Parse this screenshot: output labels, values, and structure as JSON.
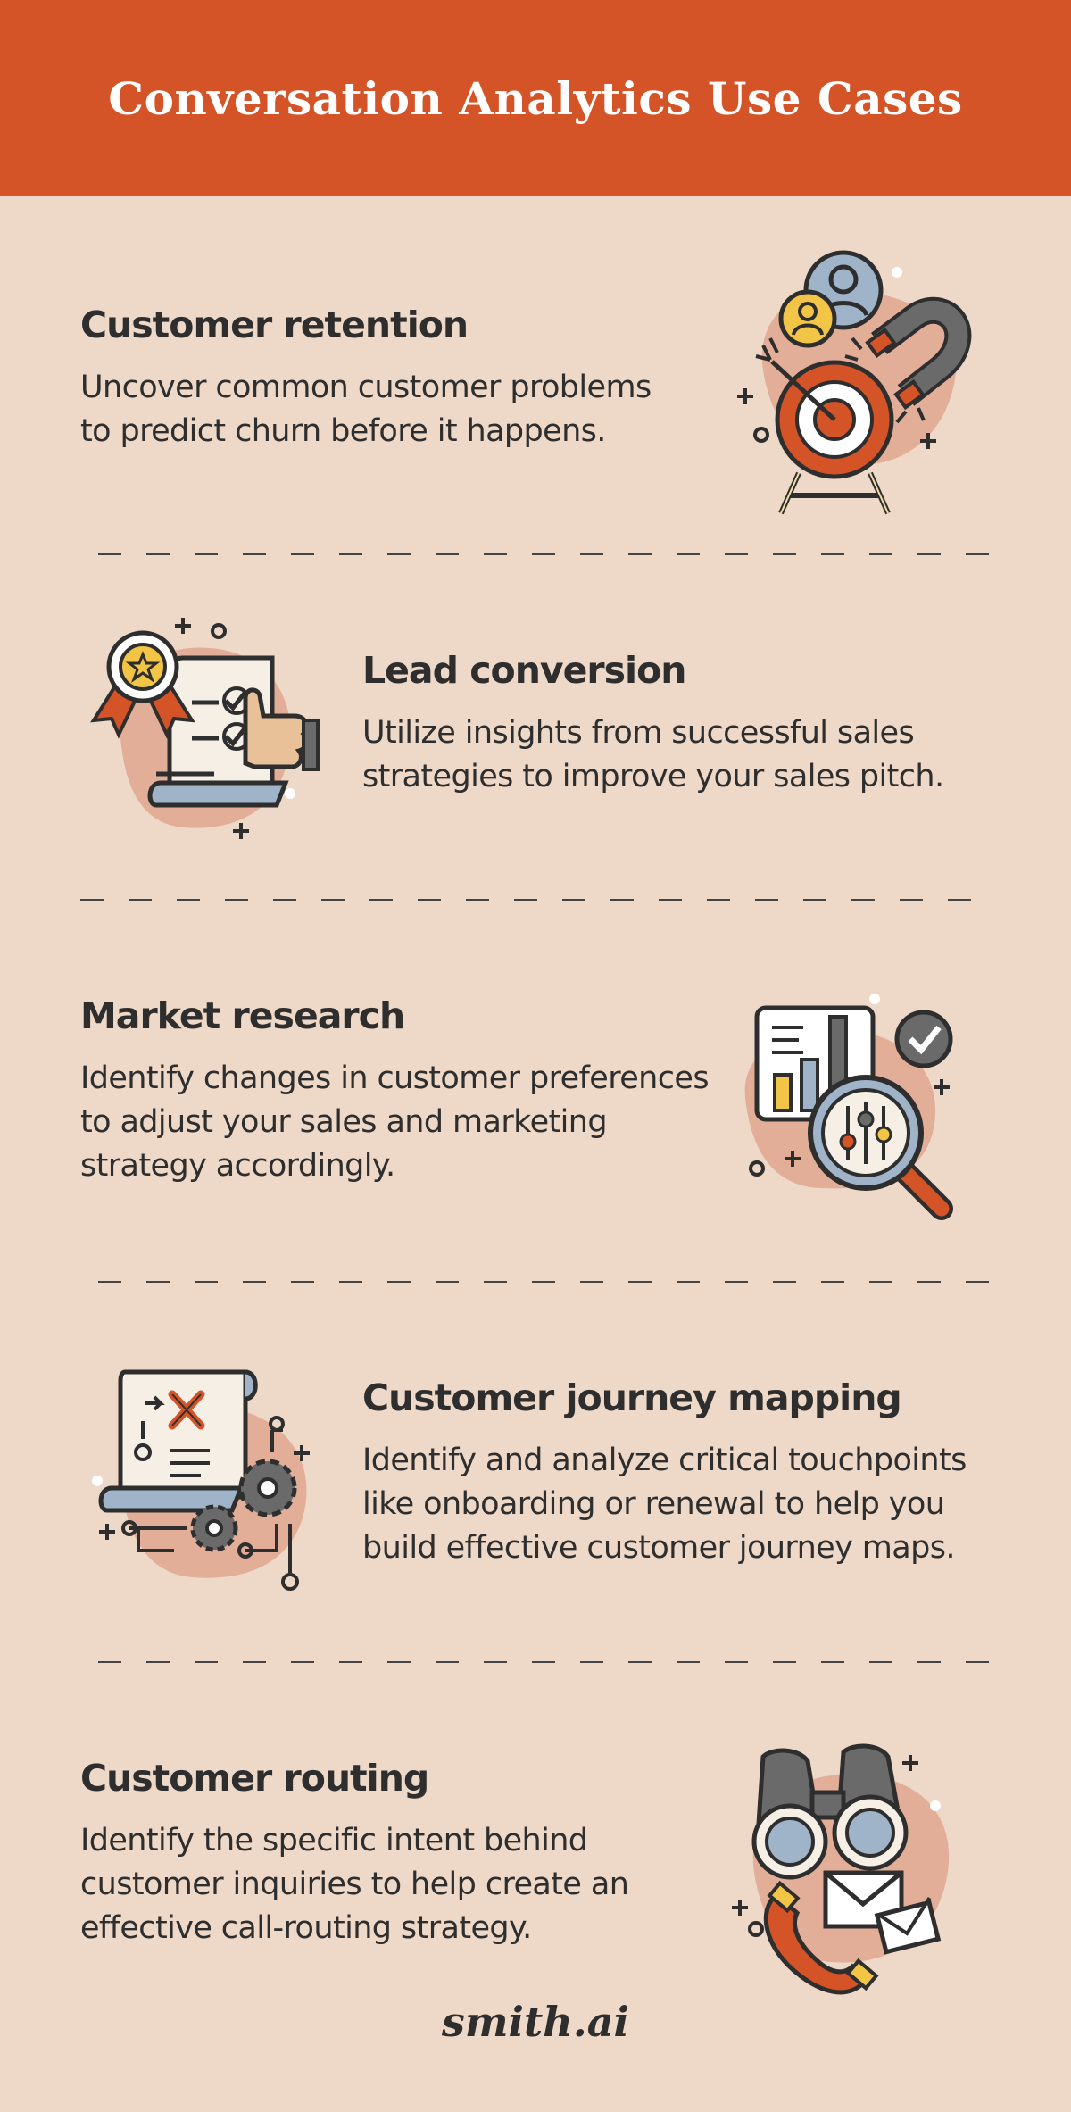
{
  "header": {
    "title": "Conversation Analytics Use Cases"
  },
  "sections": [
    {
      "title": "Customer retention",
      "body": "Uncover common customer problems\nto predict churn before it happens."
    },
    {
      "title": "Lead conversion",
      "body": "Utilize insights from successful sales\nstrategies to improve your sales pitch."
    },
    {
      "title": "Market research",
      "body": "Identify changes in customer preferences\nto adjust your sales and marketing\nstrategy accordingly."
    },
    {
      "title": "Customer journey mapping",
      "body": "Identify and analyze critical touchpoints\nlike onboarding or renewal to help you\nbuild effective customer journey maps."
    },
    {
      "title": "Customer routing",
      "body": "Identify the specific intent behind\ncustomer inquiries to help create an\neffective call-routing strategy."
    }
  ],
  "footer": {
    "logo": "smith.ai"
  },
  "colors": {
    "accent": "#D45327",
    "background": "#EED8C8",
    "blob": "#E2AE98",
    "text": "#2E2E2E",
    "gold": "#F3C546",
    "steel": "#9FB4C9"
  },
  "icons": [
    "target-icon",
    "magnet-icon",
    "user-avatar-icon",
    "checklist-icon",
    "award-ribbon-icon",
    "thumbs-up-icon",
    "bar-chart-icon",
    "magnifier-icon",
    "check-badge-icon",
    "map-scroll-icon",
    "gears-icon",
    "binoculars-icon",
    "envelope-icon",
    "phone-icon"
  ]
}
